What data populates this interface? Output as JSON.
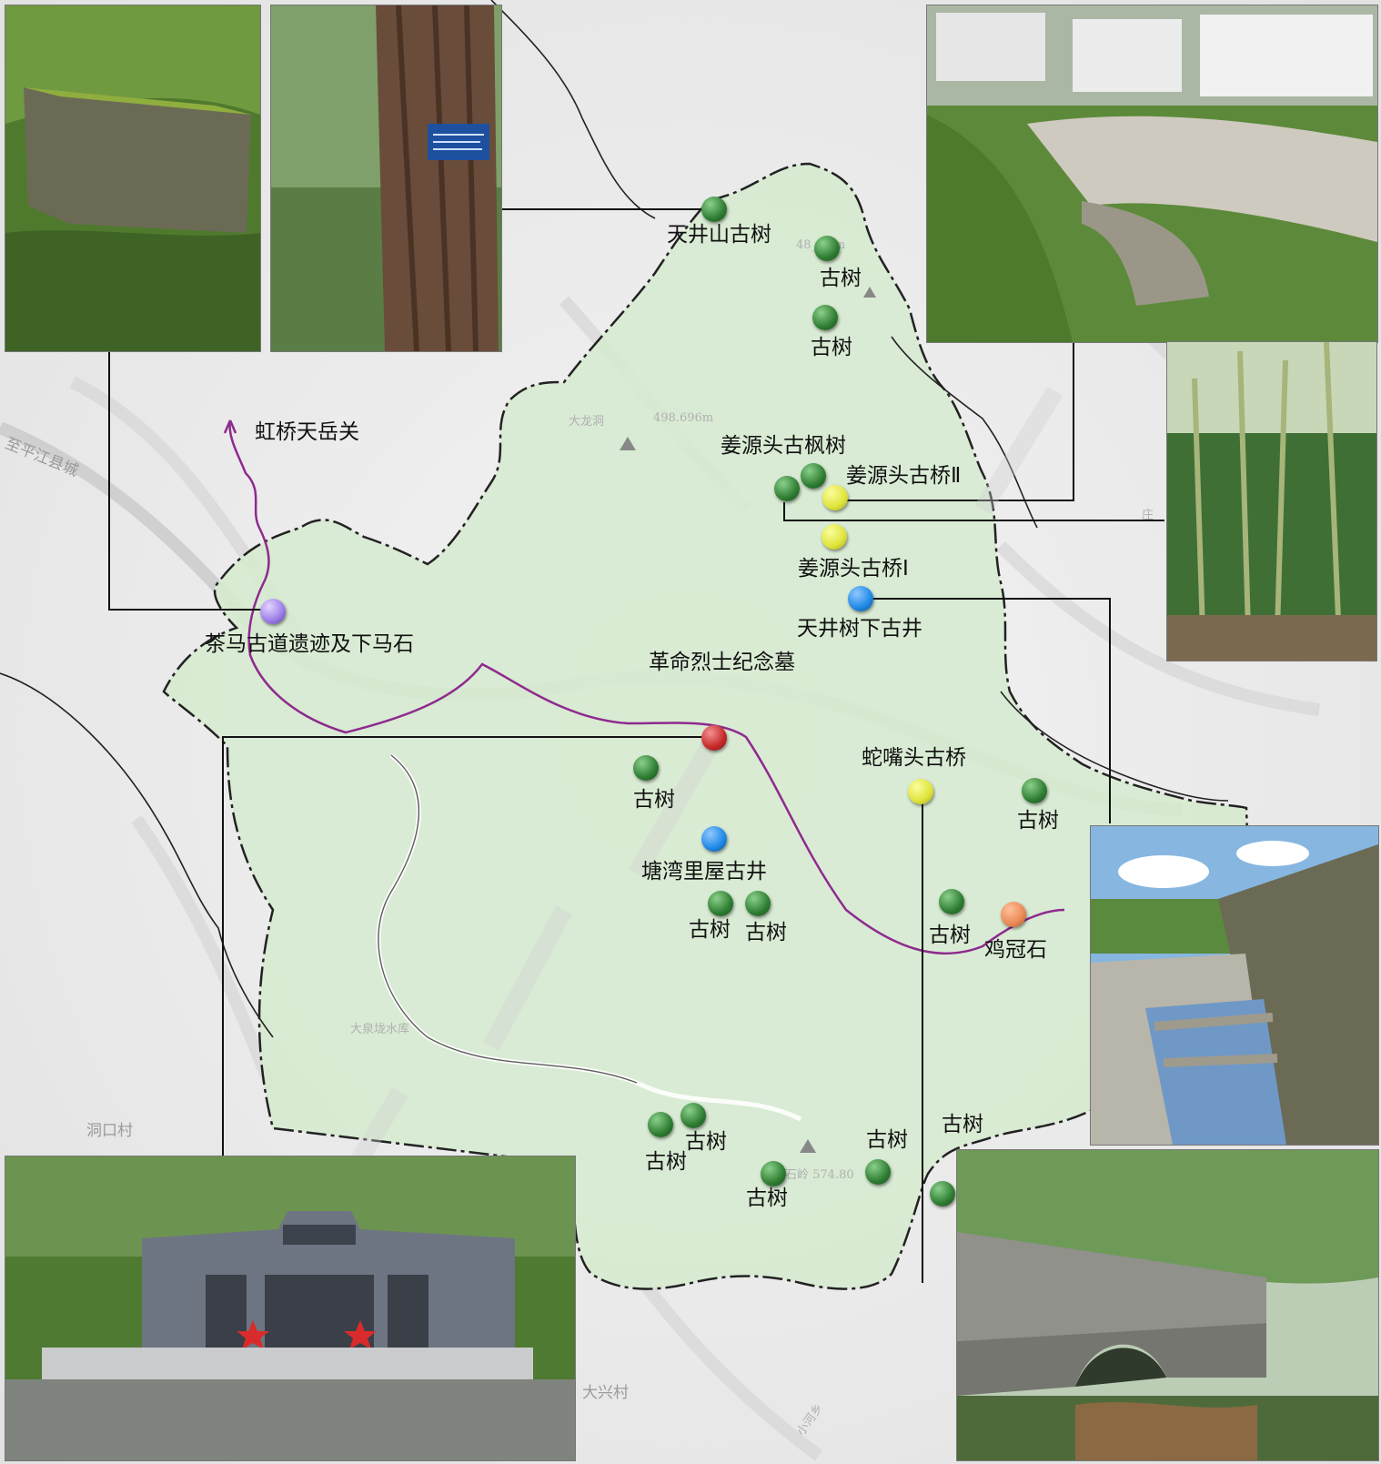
{
  "colors": {
    "tree": "#2e7d32",
    "bridge": "#dfe43a",
    "well": "#1e88e5",
    "tomb": "#c62828",
    "ancient_road": "#9c7de8",
    "rock": "#e98a55",
    "route": "#8e2a8e",
    "village_area": "#d8ebd2"
  },
  "labels": {
    "tianjingshan_tree": "天井山古树",
    "tree": "古树",
    "jiangyuantou_maple": "姜源头古枫树",
    "jiangyuantou_bridge2": "姜源头古桥Ⅱ",
    "jiangyuantou_bridge1": "姜源头古桥Ⅰ",
    "tianjingshu_well": "天井树下古井",
    "hongqiao_pass": "虹桥天岳关",
    "tea_horse_road": "茶马古道遗迹及下马石",
    "martyrs_tomb": "革命烈士纪念墓",
    "shezuitou_bridge": "蛇嘴头古桥",
    "tangwan_well": "塘湾里屋古井",
    "jiguanshi": "鸡冠石"
  },
  "place_names": {
    "to_pingjiang": "至平江县城",
    "dalongdong": "大龙洞",
    "dalongdong_elev": "498.696m",
    "dongkou": "洞口村",
    "dachong_reservoir": "大泉垅水库",
    "shiling": "石岭 574.80",
    "daxing": "大兴村",
    "peak_elev": "48_ _7m",
    "zhuang": "庄",
    "river_small": "小河乡"
  },
  "icons": {
    "peak": "triangle-icon"
  }
}
